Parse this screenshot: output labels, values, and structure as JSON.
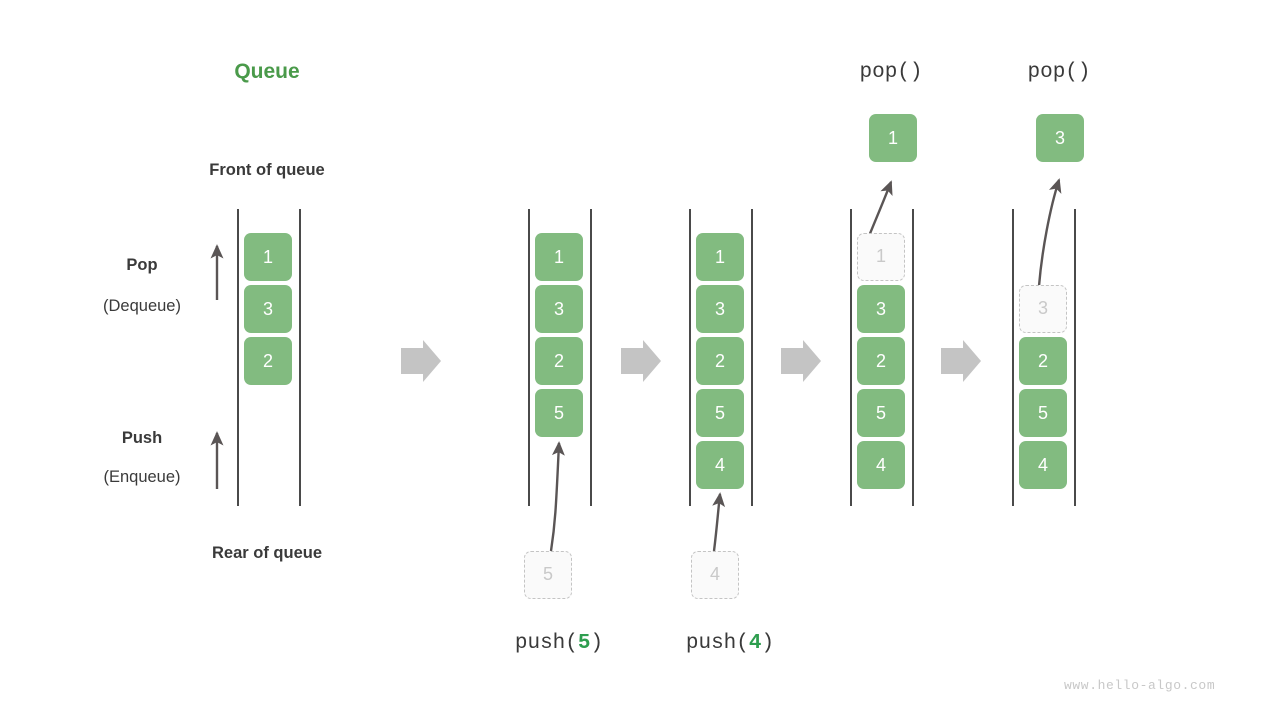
{
  "figure": {
    "title": "Queue",
    "title_color": "#4a9a4a",
    "accent_color": "#82bb80",
    "ghost_color": "#c9c9c9",
    "watermark": "www.hello-algo.com"
  },
  "annotations": {
    "front_of_queue": "Front of queue",
    "rear_of_queue": "Rear of queue",
    "pop_label": "Pop",
    "pop_sub": "(Dequeue)",
    "push_label": "Push",
    "push_sub": "(Enqueue)"
  },
  "stages": [
    {
      "name": "initial",
      "operation_prefix": "",
      "operation_arg": "",
      "operation_suffix": "",
      "cells": [
        "1",
        "3",
        "2"
      ],
      "ghost_cells": [],
      "incoming": null,
      "popped": null
    },
    {
      "name": "push-5",
      "operation_prefix": "push(",
      "operation_arg": "5",
      "operation_suffix": ")",
      "cells": [
        "1",
        "3",
        "2",
        "5"
      ],
      "ghost_cells": [],
      "incoming": "5",
      "popped": null
    },
    {
      "name": "push-4",
      "operation_prefix": "push(",
      "operation_arg": "4",
      "operation_suffix": ")",
      "cells": [
        "1",
        "3",
        "2",
        "5",
        "4"
      ],
      "ghost_cells": [],
      "incoming": "4",
      "popped": null
    },
    {
      "name": "pop-1",
      "operation_prefix": "pop(",
      "operation_arg": "",
      "operation_suffix": ")",
      "cells": [
        "3",
        "2",
        "5",
        "4"
      ],
      "ghost_cells": [
        "1"
      ],
      "incoming": null,
      "popped": "1"
    },
    {
      "name": "pop-3",
      "operation_prefix": "pop(",
      "operation_arg": "",
      "operation_suffix": ")",
      "cells": [
        "2",
        "5",
        "4"
      ],
      "ghost_cells": [
        "3"
      ],
      "incoming": null,
      "popped": "3"
    }
  ],
  "cells": {
    "s0": [
      "1",
      "3",
      "2"
    ],
    "s1": [
      "1",
      "3",
      "2",
      "5"
    ],
    "s2": [
      "1",
      "3",
      "2",
      "5",
      "4"
    ],
    "s3_ghost": "1",
    "s3": [
      "3",
      "2",
      "5",
      "4"
    ],
    "s3_popped": "1",
    "s4_ghost": "3",
    "s4": [
      "2",
      "5",
      "4"
    ],
    "s4_popped": "3"
  },
  "op_labels": {
    "push5_prefix": "push(",
    "push5_arg": "5",
    "push5_suffix": ")",
    "push4_prefix": "push(",
    "push4_arg": "4",
    "push4_suffix": ")",
    "pop1": "pop()",
    "pop2": "pop()"
  },
  "incoming": {
    "push5": "5",
    "push4": "4"
  }
}
